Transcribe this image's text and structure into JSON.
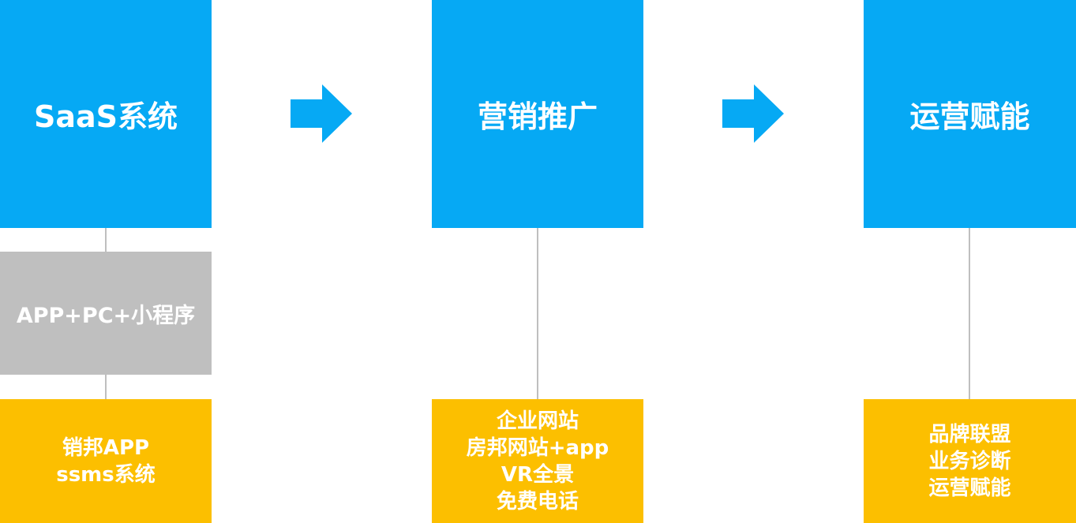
{
  "colors": {
    "primary_blue": "#06a9f4",
    "platform_gray": "#bfbfbf",
    "detail_yellow": "#fcbf00",
    "connector_gray": "#bfbfbf"
  },
  "stages": [
    {
      "title": "SaaS系统",
      "platform": "APP+PC+小程序",
      "details": [
        "销邦APP",
        "ssms系统"
      ]
    },
    {
      "title": "营销推广",
      "details": [
        "企业网站",
        "房邦网站+app",
        "VR全景",
        "免费电话"
      ]
    },
    {
      "title": "运营赋能",
      "details": [
        "品牌联盟",
        "业务诊断",
        "运营赋能"
      ]
    }
  ],
  "arrow_icons": [
    "right-arrow-icon",
    "right-arrow-icon"
  ]
}
